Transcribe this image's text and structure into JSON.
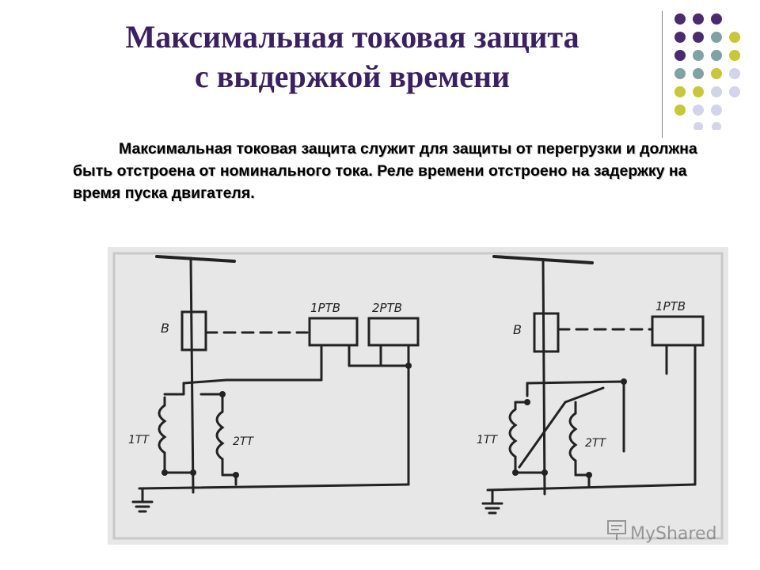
{
  "slide": {
    "title_line1": "Максимальная токовая защита",
    "title_line2": "с выдержкой времени",
    "paragraph": "Максимальная токовая защита служит для защиты от перегрузки и должна быть отстроена от номинального тока. Реле времени отстроено на задержку на время пуска двигателя."
  },
  "diagram": {
    "left": {
      "breaker": "B",
      "relay1": "1РТВ",
      "relay2": "2РТВ",
      "ct1": "1ТТ",
      "ct2": "2ТТ"
    },
    "right": {
      "breaker": "B",
      "relay1": "1РТВ",
      "ct1": "1ТТ",
      "ct2": "2ТТ"
    }
  },
  "watermark": {
    "text": "MyShared",
    "icon": "presentation-board-icon"
  },
  "colors": {
    "title": "#3b2064",
    "dot_purple": "#4b2a71",
    "dot_teal": "#7fa3a3",
    "dot_olive": "#c8c833",
    "dot_lavender": "#d3d3ea"
  }
}
